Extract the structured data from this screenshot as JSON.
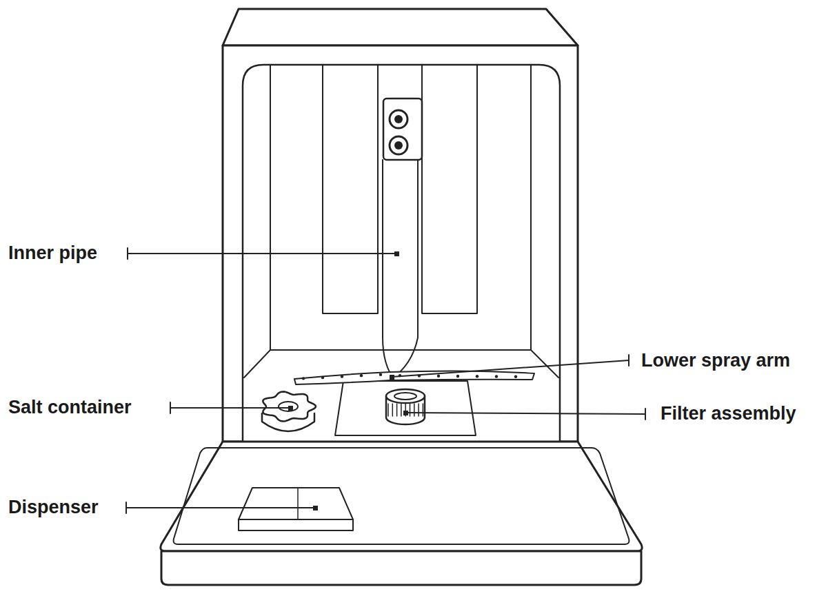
{
  "diagram": {
    "labels": [
      "Inner pipe",
      "Lower spray arm",
      "Salt container",
      "Filter assembly",
      "Dispenser"
    ]
  }
}
